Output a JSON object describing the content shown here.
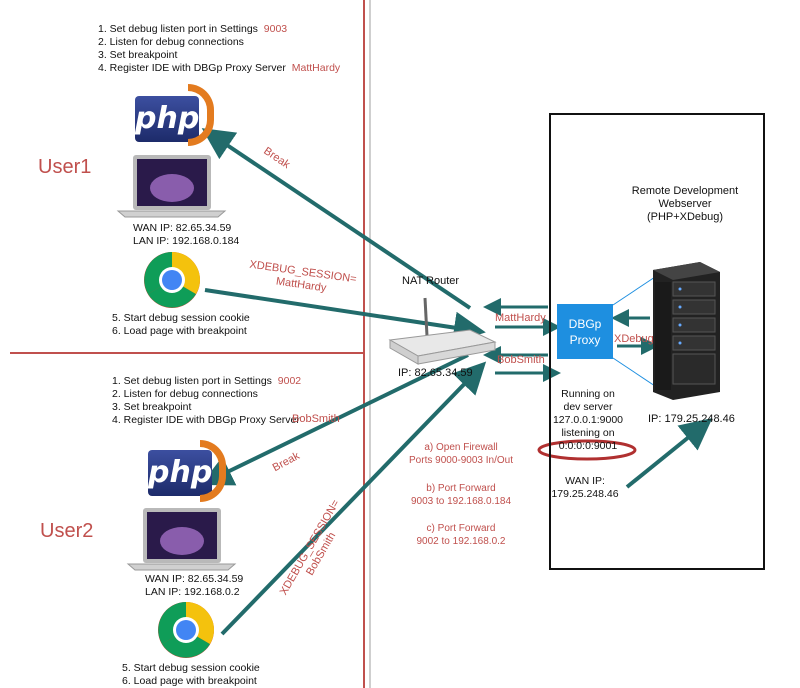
{
  "user1": {
    "name": "User1",
    "steps": [
      {
        "text": "1. Set debug listen port in Settings",
        "value": "9003"
      },
      {
        "text": "2. Listen for debug connections",
        "value": ""
      },
      {
        "text": "3. Set breakpoint",
        "value": ""
      },
      {
        "text": "4. Register IDE with DBGp Proxy Server",
        "value": "MattHardy"
      }
    ],
    "wan_ip": "WAN IP:  82.65.34.59",
    "lan_ip": "LAN IP:  192.168.0.184",
    "browser_steps": [
      "5. Start debug session cookie",
      "6. Load page with breakpoint"
    ],
    "break_label": "Break",
    "session_label": [
      "XDEBUG_SESSION=",
      "MattHardy"
    ]
  },
  "user2": {
    "name": "User2",
    "steps": [
      {
        "text": "1. Set debug listen port in Settings",
        "value": "9002"
      },
      {
        "text": "2. Listen for debug connections",
        "value": ""
      },
      {
        "text": "3. Set breakpoint",
        "value": ""
      },
      {
        "text": "4. Register IDE with DBGp Proxy Server",
        "value": "BobSmith"
      }
    ],
    "wan_ip": "WAN IP:  82.65.34.59",
    "lan_ip": "LAN IP:  192.168.0.2",
    "browser_steps": [
      "5. Start debug session cookie",
      "6. Load page with breakpoint"
    ],
    "break_label": "Break",
    "session_label": [
      "XDEBUG_SESSION=",
      "BobSmith"
    ]
  },
  "router": {
    "title": "NAT Router",
    "ip": "IP: 82.65.34.59",
    "notes": [
      [
        "a) Open Firewall",
        "Ports 9000-9003 In/Out"
      ],
      [
        "b) Port Forward",
        "9003 to 192.168.0.184"
      ],
      [
        "c) Port Forward",
        "9002 to 192.168.0.2"
      ]
    ],
    "link_labels": {
      "matt": "MattHardy",
      "bob": "BobSmith"
    }
  },
  "server": {
    "title": [
      "Remote Development",
      "Webserver",
      "(PHP+XDebug)"
    ],
    "ip": "IP: 179.25.248.46",
    "proxy_label": [
      "DBGp",
      "Proxy"
    ],
    "xdebug_label": "XDebug",
    "running": [
      "Running on",
      "dev server",
      "127.0.0.1:9000",
      "listening on",
      "0:0:0:0:9001"
    ],
    "wan": [
      "WAN IP:",
      "179.25.248.46"
    ]
  },
  "logos": {
    "php": "php"
  },
  "colors": {
    "arrow": "#226b6b",
    "accent_red": "#c0504d",
    "proxy_blue": "#1e8fe0",
    "divider": "#c0504d"
  }
}
